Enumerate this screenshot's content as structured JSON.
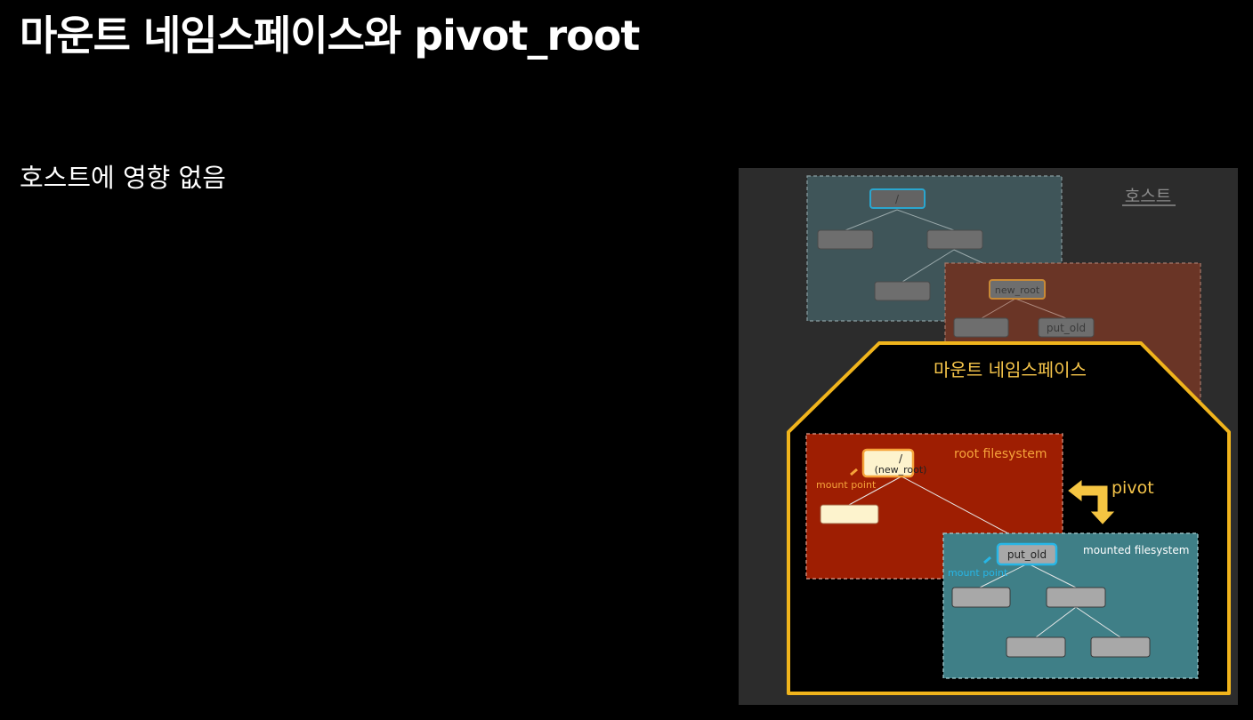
{
  "slide": {
    "title": "마운트 네임스페이스와 pivot_root",
    "subtitle": "호스트에 영향 없음"
  },
  "diagram": {
    "host_label": "호스트",
    "host_root_label": "/",
    "host_new_root_label": "new_root",
    "host_put_old_label": "put_old",
    "namespace_label": "마운트 네임스페이스",
    "root_filesystem_label": "root filesystem",
    "root_node_line1": "/",
    "root_node_line2": "(new_root)",
    "mount_point_label": "mount point",
    "pivot_label": "pivot",
    "mounted_filesystem_label": "mounted filesystem",
    "put_old_label": "put_old",
    "mount_point_label_2": "mount point",
    "colors": {
      "panel_bg": "#2c2c2c",
      "host_teal": "#3f5559",
      "host_brown": "#6a3526",
      "namespace_border": "#f0b41c",
      "root_fs_red": "#9e1e02",
      "mounted_teal": "#3f7f87",
      "orange_accent": "#f6a33a",
      "blue_accent": "#27b6e6",
      "pivot_arrow": "#f5c542"
    }
  }
}
